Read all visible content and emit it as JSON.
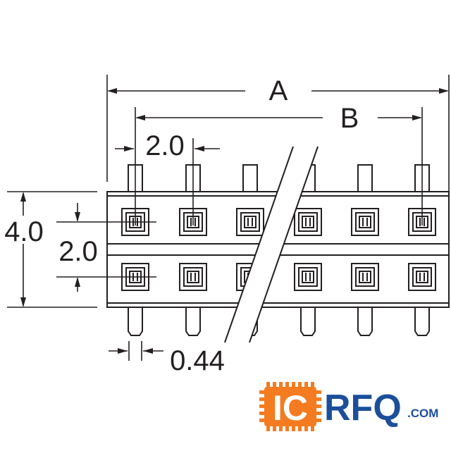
{
  "dimensions": {
    "overall_length": "A",
    "pin_span": "B",
    "pitch_horizontal": "2.0",
    "overall_height": "4.0",
    "pitch_vertical": "2.0",
    "pin_width": "0.44"
  },
  "layout": {
    "rows": 2,
    "columns": 6
  },
  "logo": {
    "brand_ic": "IC",
    "brand_rfq": "RFQ",
    "brand_domain": ".COM",
    "colors": {
      "orange": "#f47b20",
      "blue": "#1b4f9c"
    }
  },
  "colors": {
    "line": "#231f20",
    "background": "#ffffff"
  }
}
